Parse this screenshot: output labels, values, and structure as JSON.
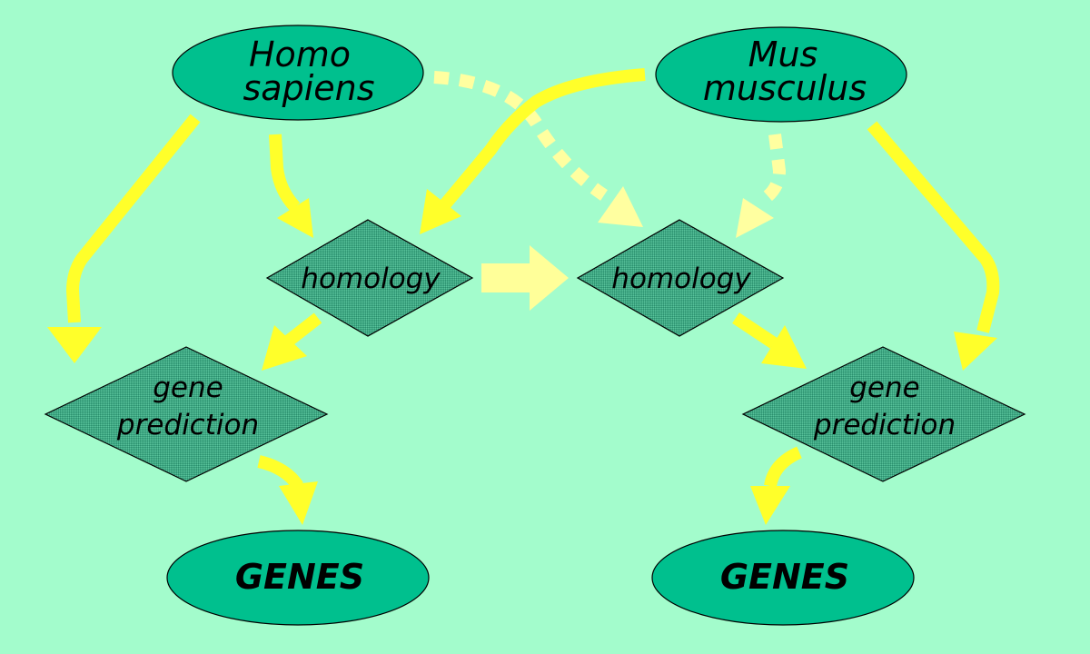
{
  "colors": {
    "background": "#a3fccc",
    "ellipse_fill": "#00c08e",
    "diamond_fill": "#38a882",
    "arrow_solid": "#ffff2a",
    "arrow_dashed": "#ffffa0",
    "arrow_big": "#ffff99",
    "outline": "#000000"
  },
  "nodes": {
    "homo_sapiens": {
      "line1": "Homo",
      "line2": "sapiens"
    },
    "mus_musculus": {
      "line1": "Mus",
      "line2": "musculus"
    },
    "homology_left": {
      "label": "homology"
    },
    "homology_right": {
      "label": "homology"
    },
    "gene_prediction_left": {
      "line1": "gene",
      "line2": "prediction"
    },
    "gene_prediction_right": {
      "line1": "gene",
      "line2": "prediction"
    },
    "genes_left": {
      "label": "GENES"
    },
    "genes_right": {
      "label": "GENES"
    }
  }
}
